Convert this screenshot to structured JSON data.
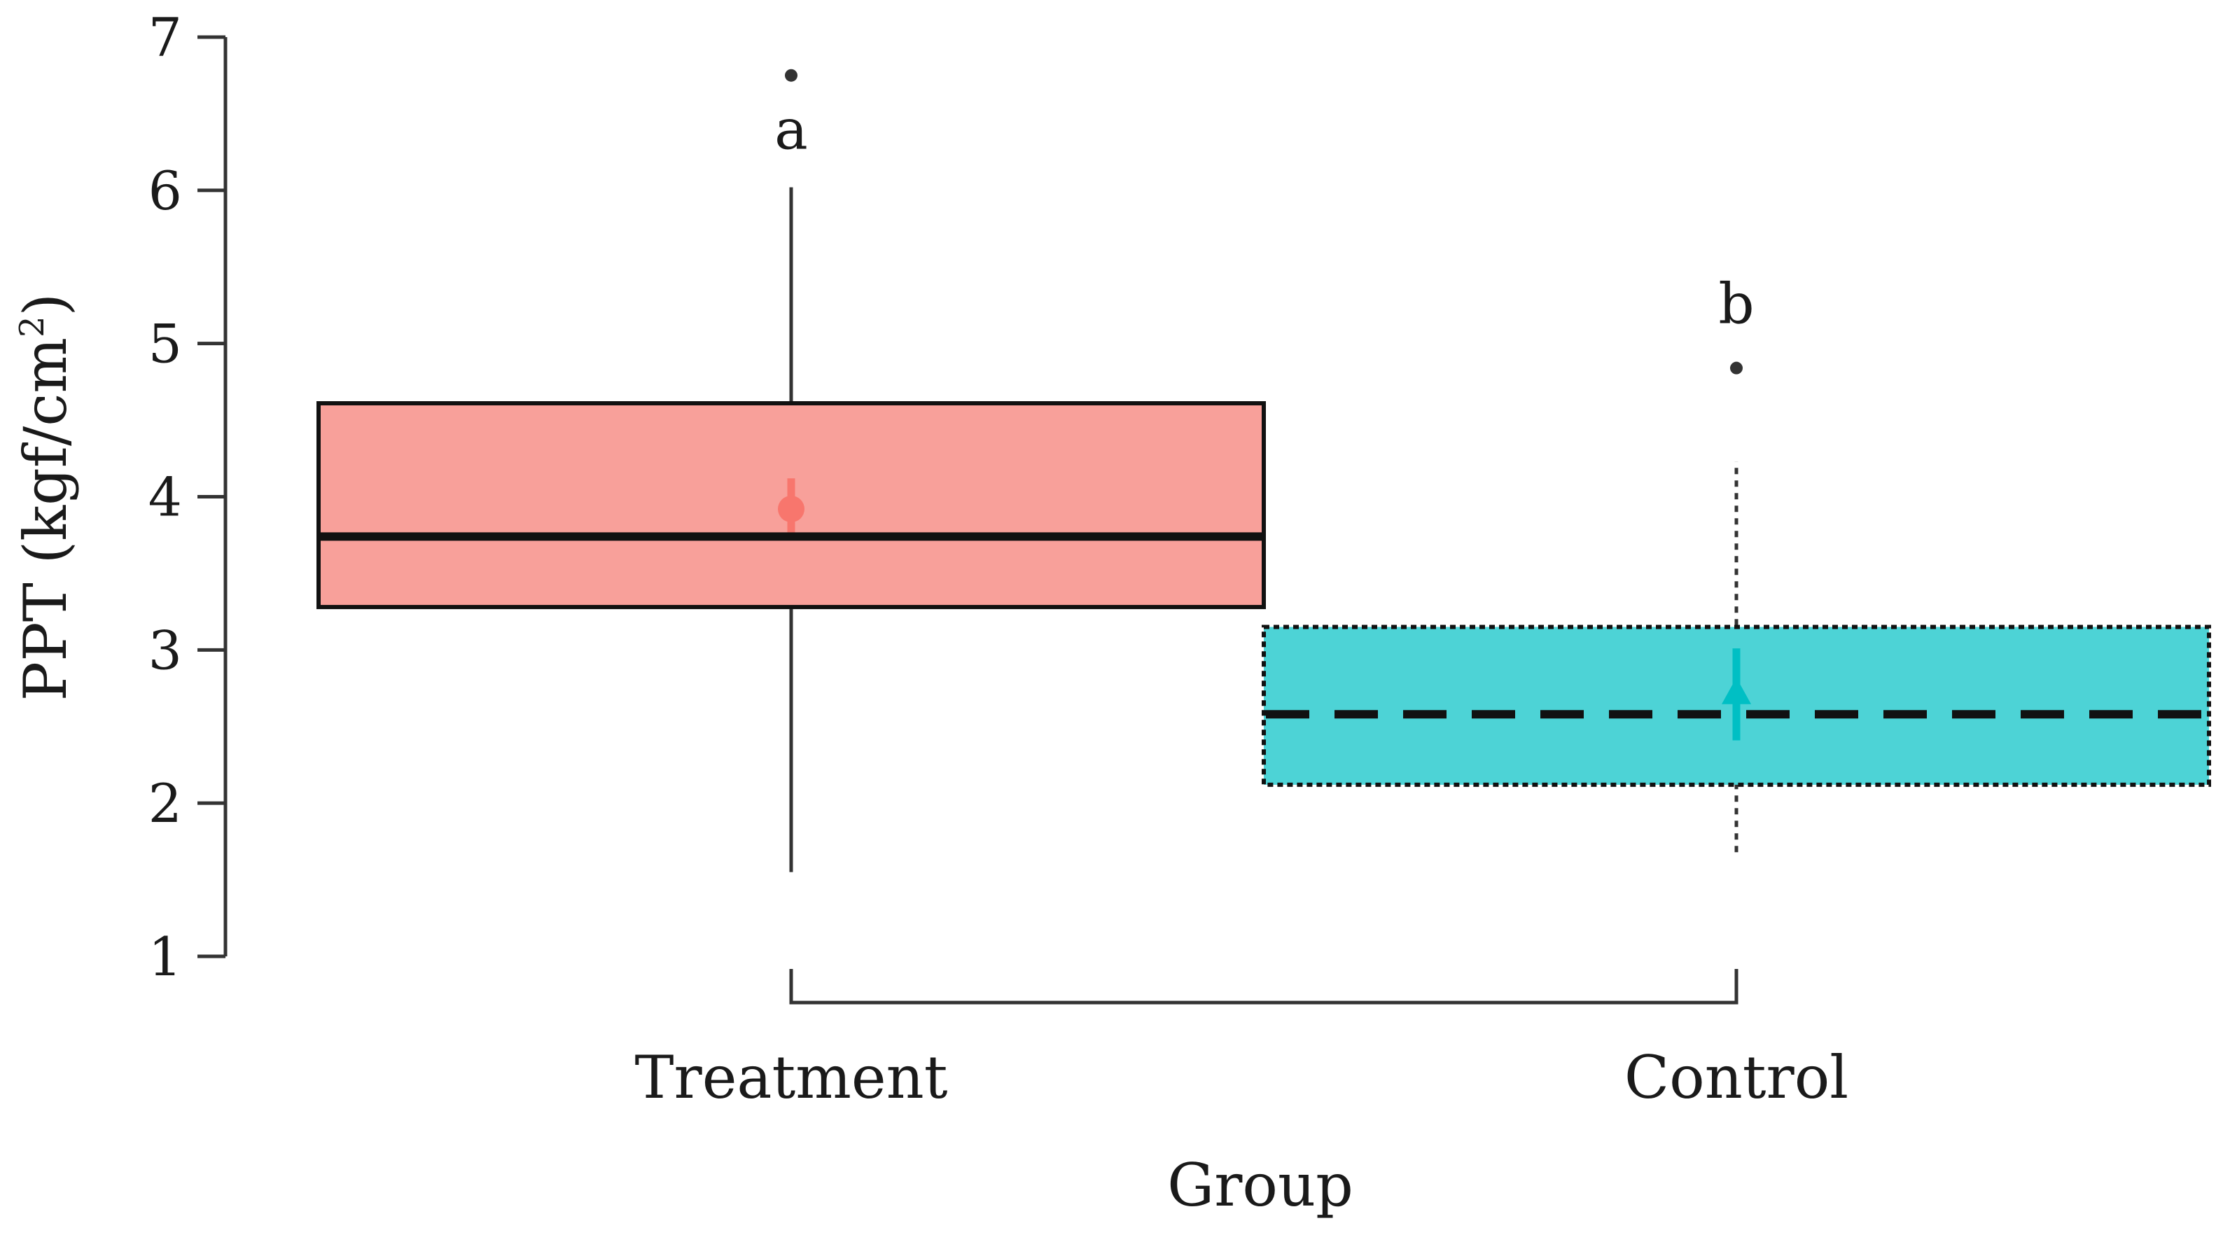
{
  "chart_data": {
    "type": "box",
    "title": "",
    "xlabel": "Group",
    "ylabel": "PPT (kgf/cm",
    "ylabel_superscript": "2",
    "ylabel_suffix": ")",
    "ylim": [
      1,
      7
    ],
    "yticks": [
      "1",
      "2",
      "3",
      "4",
      "5",
      "6",
      "7"
    ],
    "grid": false,
    "legend": "none",
    "categories": [
      "Treatment",
      "Control"
    ],
    "series": [
      {
        "category": "Treatment",
        "q1": 3.28,
        "median": 3.74,
        "q3": 4.61,
        "whisker_low": 1.55,
        "whisker_high": 6.02,
        "mean": 3.92,
        "mean_ci": [
          3.72,
          4.12
        ],
        "outliers": [
          6.75
        ],
        "significance": "a",
        "fill": "#f8a09a",
        "mean_color": "#f8766d",
        "line_style": "solid"
      },
      {
        "category": "Control",
        "q1": 2.12,
        "median": 2.58,
        "q3": 3.15,
        "whisker_low": 1.68,
        "whisker_high": 4.23,
        "mean": 2.71,
        "mean_ci": [
          2.41,
          3.01
        ],
        "outliers": [
          4.84
        ],
        "significance": "b",
        "fill": "#4dd3d6",
        "mean_color": "#00bfc4",
        "line_style": "dashed"
      }
    ]
  }
}
